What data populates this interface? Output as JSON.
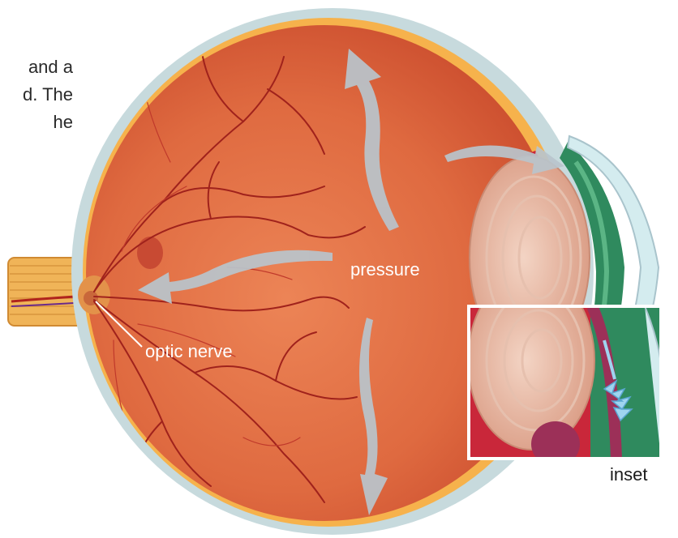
{
  "intro_text": {
    "line1": "and a",
    "line2": "d. The",
    "line3": "he"
  },
  "labels": {
    "pressure": "pressure",
    "optic_nerve": "optic nerve",
    "inset": "inset"
  },
  "colors": {
    "vitreous": "#e0663f",
    "sclera": "#c7dadd",
    "choroid": "#f6b24c",
    "vessel": "#a0221c",
    "lens": "#e8b39c",
    "iris": "#2f8a5e",
    "cornea": "#d4ecef",
    "ciliary": "#9c3058",
    "arrow": "#b9c4cc",
    "inset_border": "#ffffff",
    "fluid_arrow": "#9fd4ef"
  },
  "icons": [
    "pressure-arrow-up",
    "pressure-arrow-left",
    "pressure-arrow-down",
    "fluid-flow-arrow"
  ]
}
